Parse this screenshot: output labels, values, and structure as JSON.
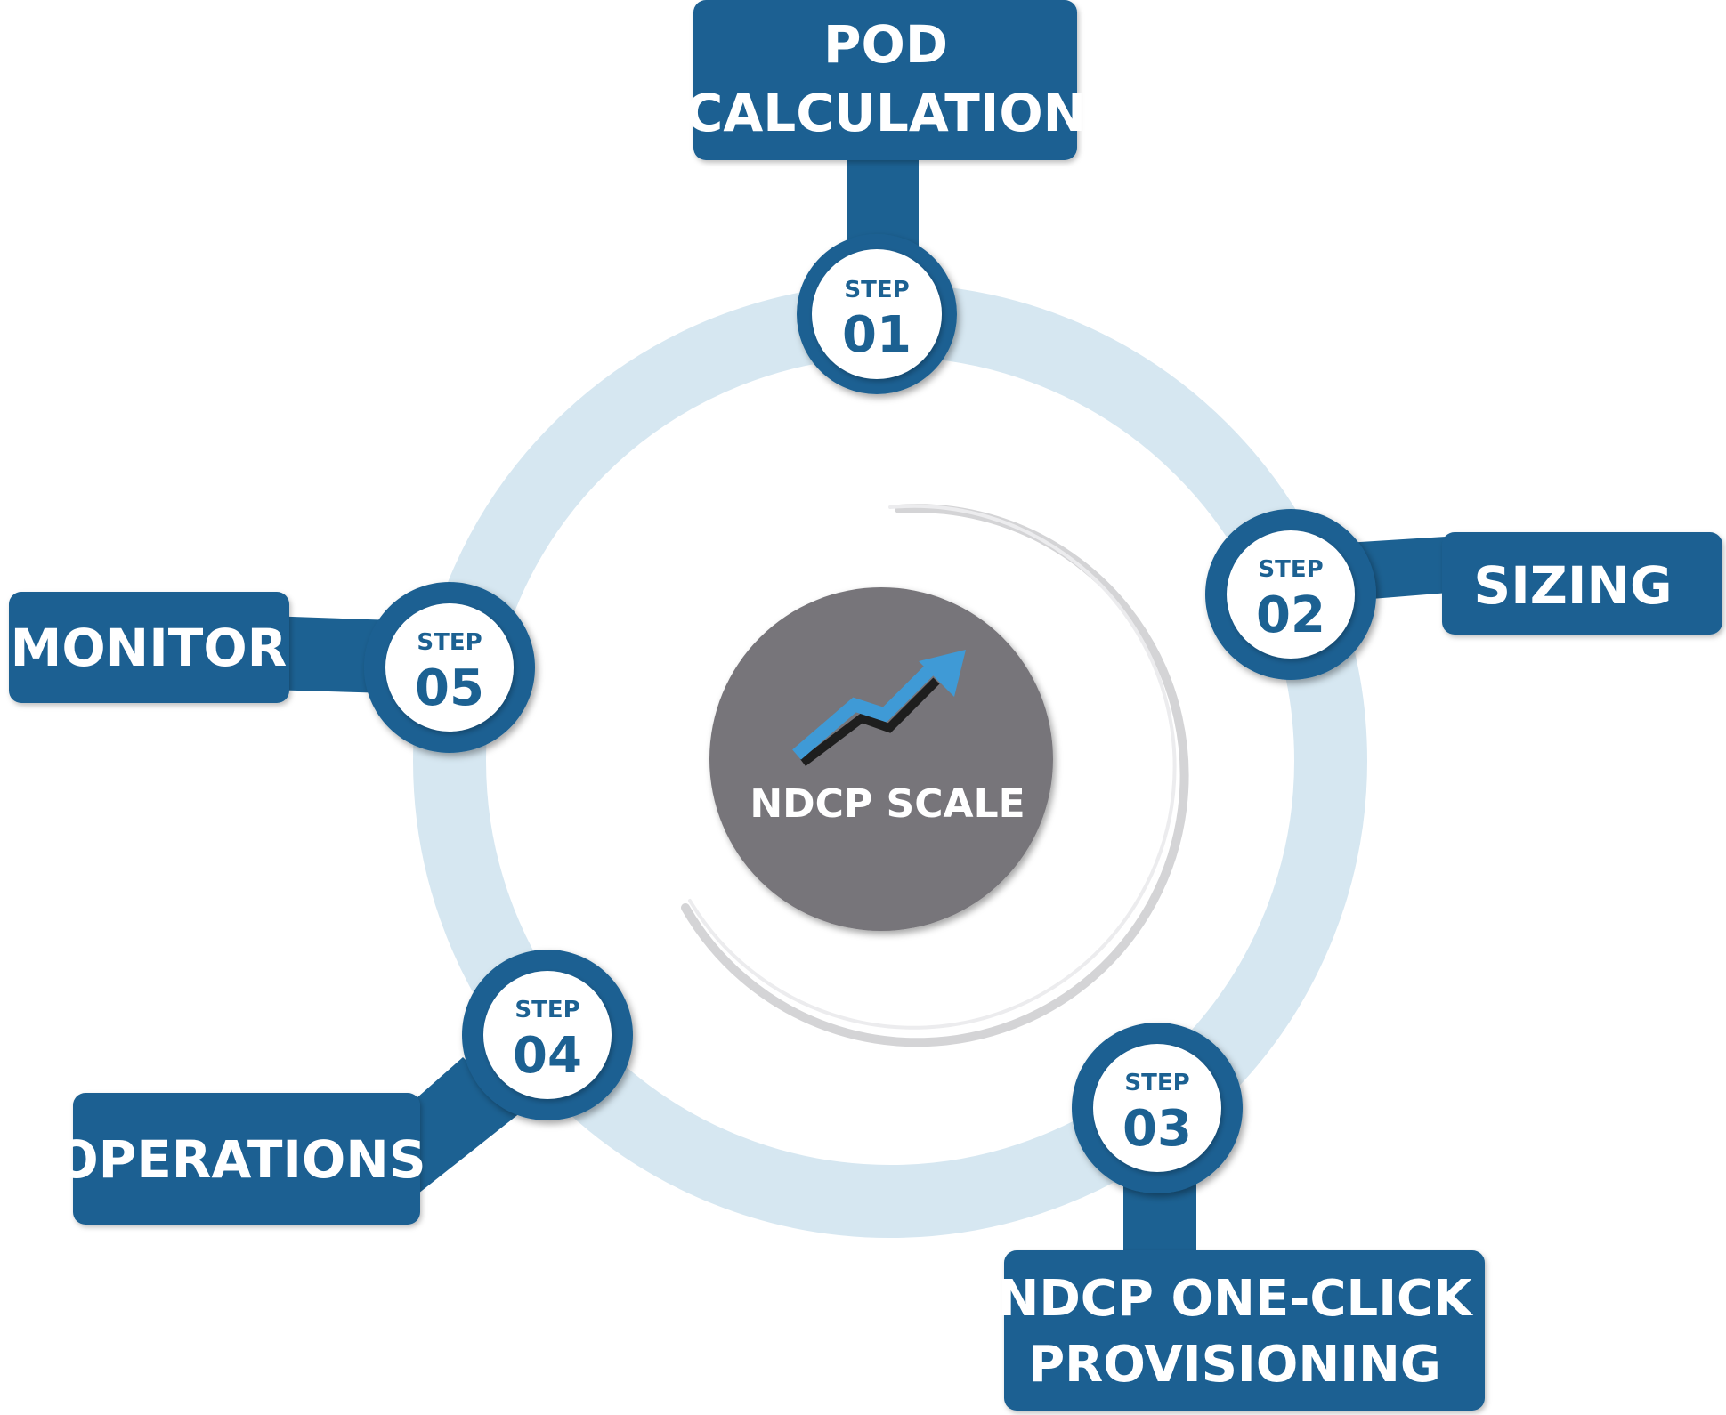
{
  "center": {
    "label": "NDCP SCALE",
    "icon": "trend-arrow-icon"
  },
  "steps": [
    {
      "word": "STEP",
      "number": "01",
      "label_lines": [
        "POD",
        "CALCULATION"
      ]
    },
    {
      "word": "STEP",
      "number": "02",
      "label_lines": [
        "SIZING"
      ]
    },
    {
      "word": "STEP",
      "number": "03",
      "label_lines": [
        "NDCP ONE-CLICK",
        "PROVISIONING"
      ]
    },
    {
      "word": "STEP",
      "number": "04",
      "label_lines": [
        "OPERATIONS"
      ]
    },
    {
      "word": "STEP",
      "number": "05",
      "label_lines": [
        "MONITOR"
      ]
    }
  ],
  "colors": {
    "navy": "#1c6192",
    "ring": "#d6e7f1",
    "center_gray": "#77757a",
    "arrow_blue": "#3f9ad6"
  }
}
